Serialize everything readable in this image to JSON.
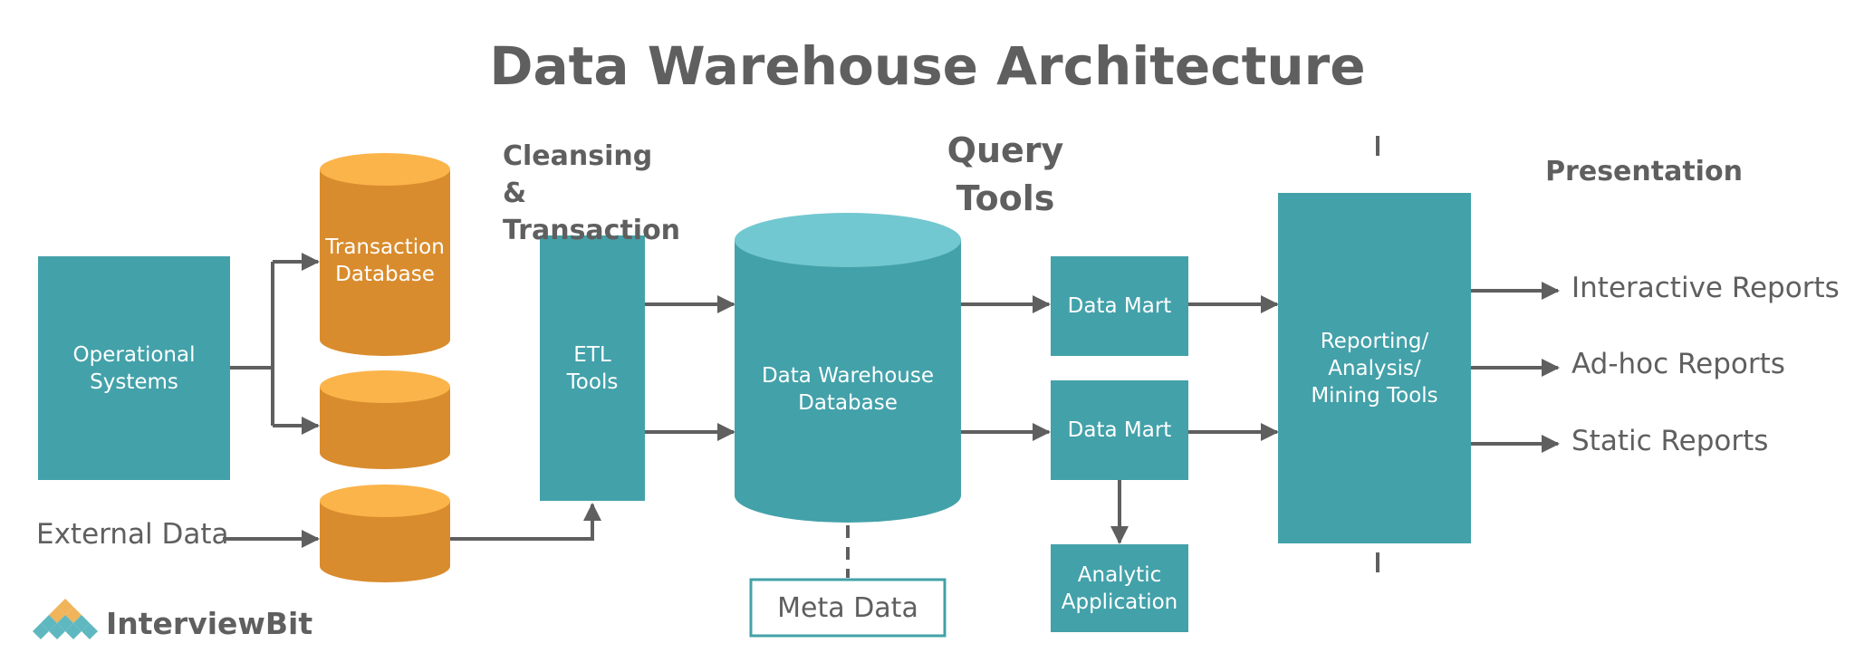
{
  "title": "Data Warehouse Architecture",
  "headings": {
    "cleansing": "Cleansing & Transaction",
    "query": "Query Tools",
    "presentation": "Presentation"
  },
  "nodes": {
    "operational": "Operational Systems",
    "transaction_db": "Transaction Database",
    "external": "External Data",
    "etl": "ETL Tools",
    "warehouse": "Data Warehouse Database",
    "meta": "Meta Data",
    "mart1": "Data Mart",
    "mart2": "Data Mart",
    "analytic": "Analytic Application",
    "reporting": "Reporting/ Analysis/ Mining Tools"
  },
  "outputs": [
    "Interactive Reports",
    "Ad-hoc Reports",
    "Static Reports"
  ],
  "brand": "InterviewBit",
  "colors": {
    "teal": "#43a1a9",
    "teal_top": "#72c8d0",
    "orange": "#d98c2d",
    "orange_top": "#fbb44a",
    "arrow": "#5f5f5f",
    "text": "#5f5f5f"
  }
}
